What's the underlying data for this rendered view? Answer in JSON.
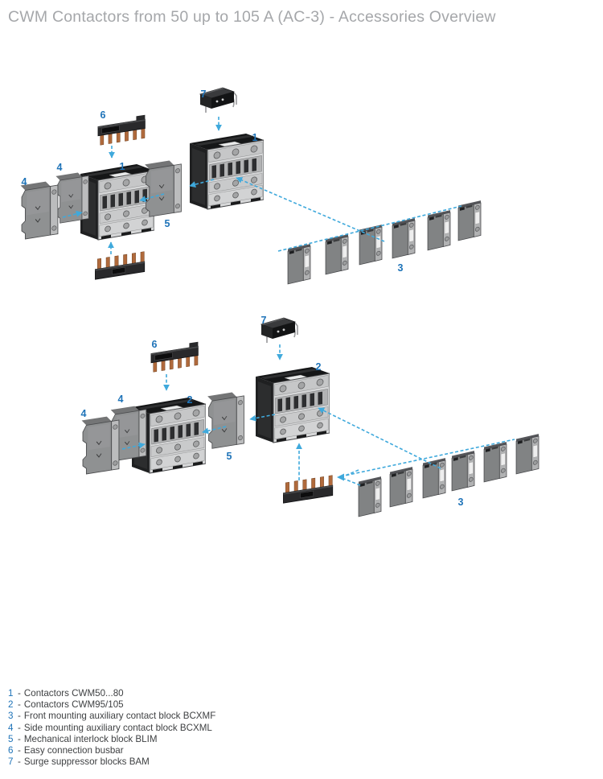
{
  "page": {
    "title": "CWM Contactors from 50 up to 105 A (AC-3) - Accessories Overview"
  },
  "colors": {
    "page_bg": "#ffffff",
    "title_gray": "#a5a7aa",
    "callout_blue": "#1e73b8",
    "arrow_cyan": "#3fa9dc",
    "legend_text": "#3f4143",
    "copper_pin": "#b06a3c",
    "contactor_body": "#1f2021",
    "contactor_face": "#d6d7d8",
    "accessory_gray": "#8f9192"
  },
  "d1": {
    "labels": [
      "7",
      "6",
      "1",
      "1",
      "4",
      "4",
      "5",
      "3"
    ]
  },
  "d2": {
    "labels": [
      "7",
      "6",
      "2",
      "2",
      "4",
      "4",
      "5",
      "3"
    ]
  },
  "legend": {
    "sep": "-",
    "items": [
      {
        "num": "1",
        "desc": "Contactors CWM50...80"
      },
      {
        "num": "2",
        "desc": "Contactors CWM95/105"
      },
      {
        "num": "3",
        "desc": "Front mounting auxiliary contact block BCXMF"
      },
      {
        "num": "4",
        "desc": "Side mounting auxiliary contact block BCXML"
      },
      {
        "num": "5",
        "desc": "Mechanical interlock block BLIM"
      },
      {
        "num": "6",
        "desc": "Easy connection busbar"
      },
      {
        "num": "7",
        "desc": "Surge suppressor blocks BAM"
      }
    ]
  }
}
